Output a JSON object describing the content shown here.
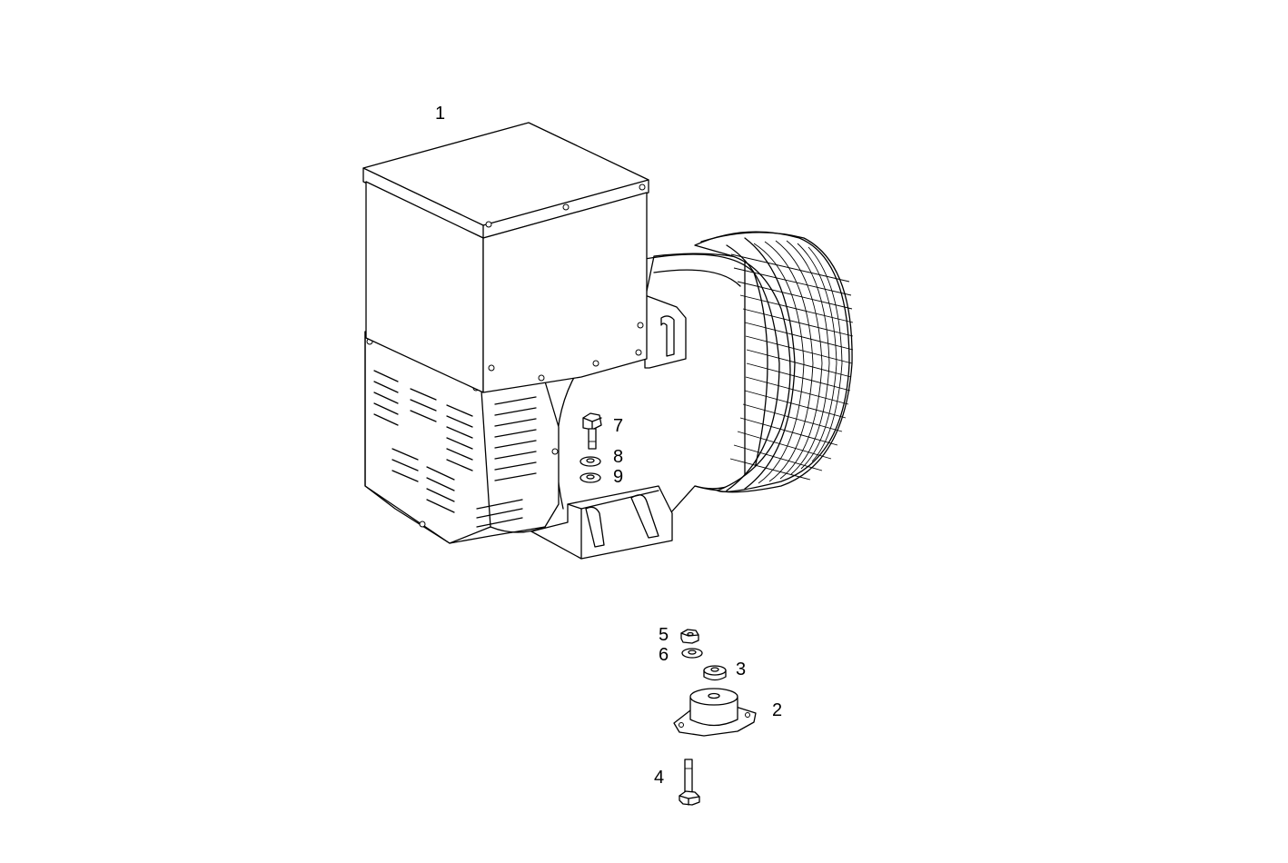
{
  "figure": {
    "callouts": [
      {
        "id": "1",
        "text": "1"
      },
      {
        "id": "2",
        "text": "2"
      },
      {
        "id": "3",
        "text": "3"
      },
      {
        "id": "4",
        "text": "4"
      },
      {
        "id": "5",
        "text": "5"
      },
      {
        "id": "6",
        "text": "6"
      },
      {
        "id": "7",
        "text": "7"
      },
      {
        "id": "8",
        "text": "8"
      },
      {
        "id": "9",
        "text": "9"
      }
    ],
    "line_color": "#000000",
    "background": "#ffffff"
  }
}
